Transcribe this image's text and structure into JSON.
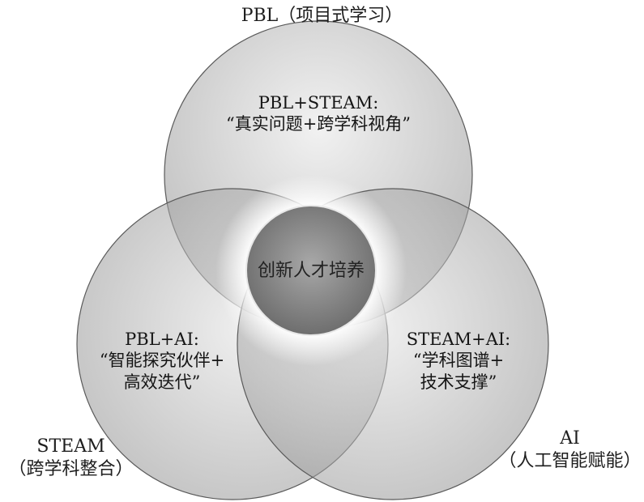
{
  "sets": {
    "pbl": {
      "name": "PBL",
      "desc": "（项目式学习）"
    },
    "steam": {
      "name": "STEAM",
      "desc": "（跨学科整合）"
    },
    "ai": {
      "name": "AI",
      "desc": "（人工智能赋能）"
    }
  },
  "overlaps": {
    "pbl_steam": {
      "line1": "PBL+STEAM:",
      "line2": "“真实问题+跨学科视角”"
    },
    "pbl_ai": {
      "line1": "PBL+AI:",
      "line2": "“智能探究伙伴+",
      "line3": "高效迭代”"
    },
    "steam_ai": {
      "line1": "STEAM+AI:",
      "line2": "“学科图谱+",
      "line3": "技术支撑”"
    }
  },
  "core": {
    "label": "创新人才培养"
  },
  "colors": {
    "circle_fill": "#9a9a9a",
    "circle_stroke": "#555555",
    "core_fill": "#7c7c7c",
    "glow": "#ffffff"
  }
}
